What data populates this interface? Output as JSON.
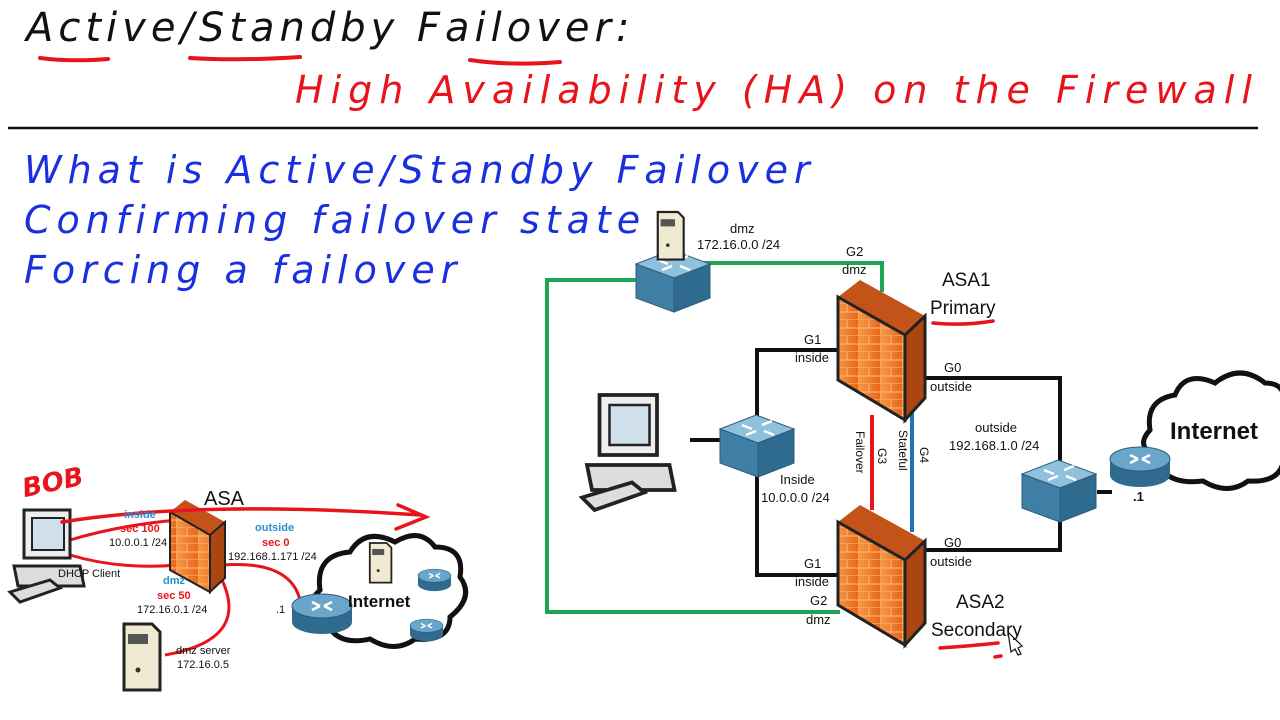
{
  "title": "Active/Standby Failover:",
  "subtitle": "High Availability (HA) on the Firewall",
  "topics": [
    "What is Active/Standby Failover",
    "Confirming failover state",
    "Forcing a failover"
  ],
  "colors": {
    "title": "#111111",
    "subtitle": "#e8141b",
    "topics": "#1a2fe0",
    "dmz_link": "#1fa354",
    "failover_link": "#e8141b",
    "stateful_link": "#1f72b8",
    "firewall": "#f07a28",
    "switch": "#4f8fb5"
  },
  "left_diagram": {
    "annotation": "BOB",
    "firewall": "ASA",
    "client": "DHCP Client",
    "inside": {
      "name": "inside",
      "sec": "sec 100",
      "ip": "10.0.0.1 /24"
    },
    "outside": {
      "name": "outside",
      "sec": "sec 0",
      "ip": "192.168.1.171 /24"
    },
    "dmz": {
      "name": "dmz",
      "sec": "sec 50",
      "ip": "172.16.0.1 /24"
    },
    "server": {
      "name": "dmz server",
      "ip": "172.16.0.5"
    },
    "router_ip": ".1",
    "cloud": "Internet"
  },
  "right_diagram": {
    "dmz_net": {
      "name": "dmz",
      "ip": "172.16.0.0 /24"
    },
    "asa1": {
      "name": "ASA1",
      "role": "Primary"
    },
    "asa2": {
      "name": "ASA2",
      "role": "Secondary"
    },
    "asa1_ports": {
      "g2": "G2",
      "g2_name": "dmz",
      "g1": "G1",
      "g1_name": "inside",
      "g0": "G0",
      "g0_name": "outside"
    },
    "asa2_ports": {
      "g2": "G2",
      "g2_name": "dmz",
      "g1": "G1",
      "g1_name": "inside",
      "g0": "G0",
      "g0_name": "outside"
    },
    "inside_net": {
      "name": "Inside",
      "ip": "10.0.0.0 /24"
    },
    "outside_net": {
      "name": "outside",
      "ip": "192.168.1.0 /24"
    },
    "failover": {
      "port": "G3",
      "name": "Failover"
    },
    "stateful": {
      "port": "G4",
      "name": "Stateful"
    },
    "router_ip": ".1",
    "cloud": "Internet"
  }
}
